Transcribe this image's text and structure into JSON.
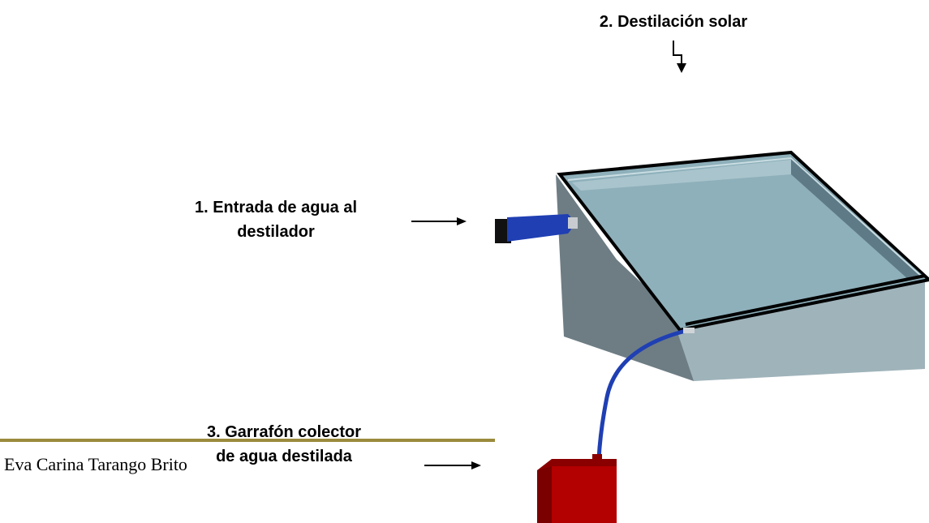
{
  "labels": {
    "label2": "2. Destilación solar",
    "label1_line1": "1. Entrada de agua al",
    "label1_line2": "destilador",
    "label3_line1": "3. Garrafón colector",
    "label3_line2": "de agua destilada"
  },
  "footer": {
    "author": "Eva Carina Tarango Brito"
  },
  "colors": {
    "box_front": "#92a6ad",
    "box_side": "#6e7d84",
    "glass": "#8fb0bb",
    "hose": "#1f3fb3",
    "container": "#b10000",
    "rule": "#9b8a3c"
  }
}
